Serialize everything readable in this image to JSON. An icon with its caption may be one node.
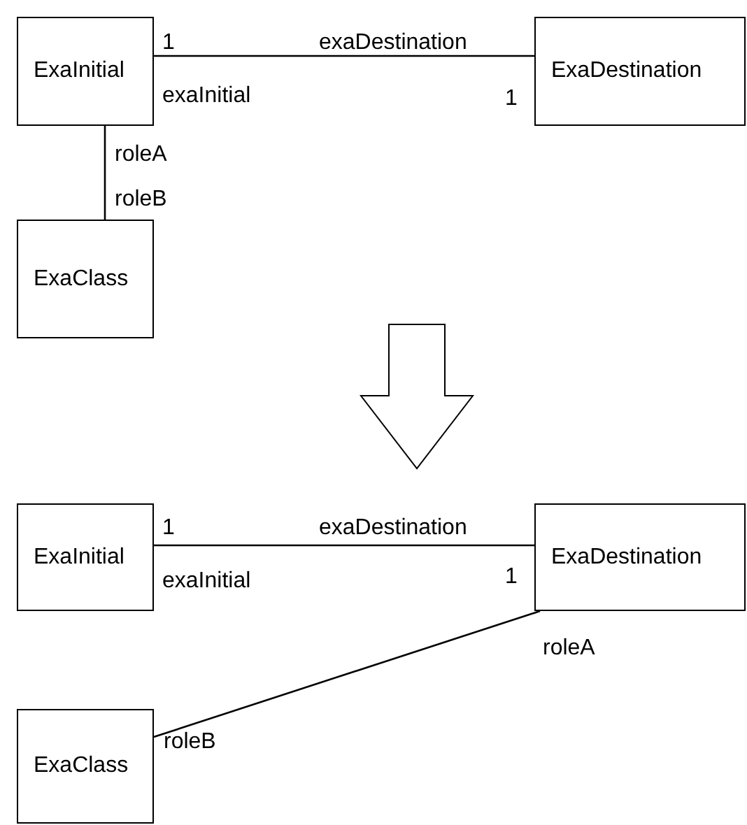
{
  "diagram": {
    "nodes": [
      {
        "text": [
          "ExaInitial"
        ]
      },
      {
        "text": [
          "ExaDestination"
        ]
      },
      {
        "text": [
          "ExaClass"
        ]
      },
      {
        "text": [
          "ExaInitial"
        ]
      },
      {
        "text": [
          "ExaDestination"
        ]
      },
      {
        "text": [
          "ExaClass"
        ]
      }
    ],
    "edges": [
      {
        "from": 0,
        "to": 1,
        "arrow": "none"
      },
      {
        "from": 0,
        "to": 2,
        "arrow": "none"
      },
      {
        "from": 3,
        "to": 4,
        "arrow": "none"
      },
      {
        "from": 4,
        "to": 5,
        "arrow": "none"
      }
    ],
    "labels": [
      "1",
      "exaDestination",
      "exaInitial",
      "1",
      "roleA",
      "roleB",
      "1",
      "exaDestination",
      "exaInitial",
      "1",
      "roleA",
      "roleB"
    ]
  }
}
